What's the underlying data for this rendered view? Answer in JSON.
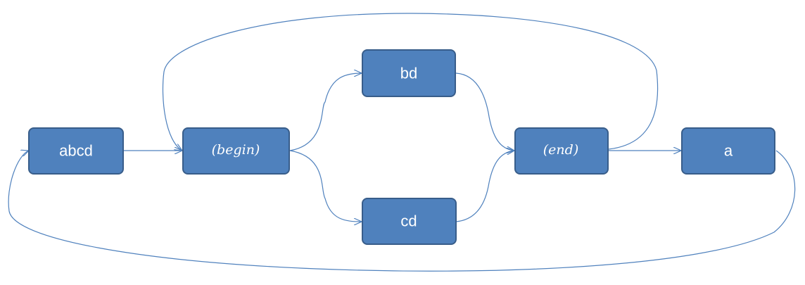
{
  "colors": {
    "node_fill": "#4f81bd",
    "node_border": "#385d8a",
    "edge": "#4f81bd",
    "label": "#ffffff"
  },
  "nodes": {
    "abcd": {
      "label": "abcd"
    },
    "begin": {
      "label": "(begin)"
    },
    "bd": {
      "label": "bd"
    },
    "cd": {
      "label": "cd"
    },
    "end": {
      "label": "(end)"
    },
    "a": {
      "label": "a"
    }
  },
  "edges": [
    {
      "from": "abcd",
      "to": "begin"
    },
    {
      "from": "begin",
      "to": "bd"
    },
    {
      "from": "begin",
      "to": "cd"
    },
    {
      "from": "bd",
      "to": "end"
    },
    {
      "from": "cd",
      "to": "end"
    },
    {
      "from": "end",
      "to": "a"
    },
    {
      "from": "end",
      "to": "begin"
    },
    {
      "from": "a",
      "to": "abcd"
    }
  ]
}
